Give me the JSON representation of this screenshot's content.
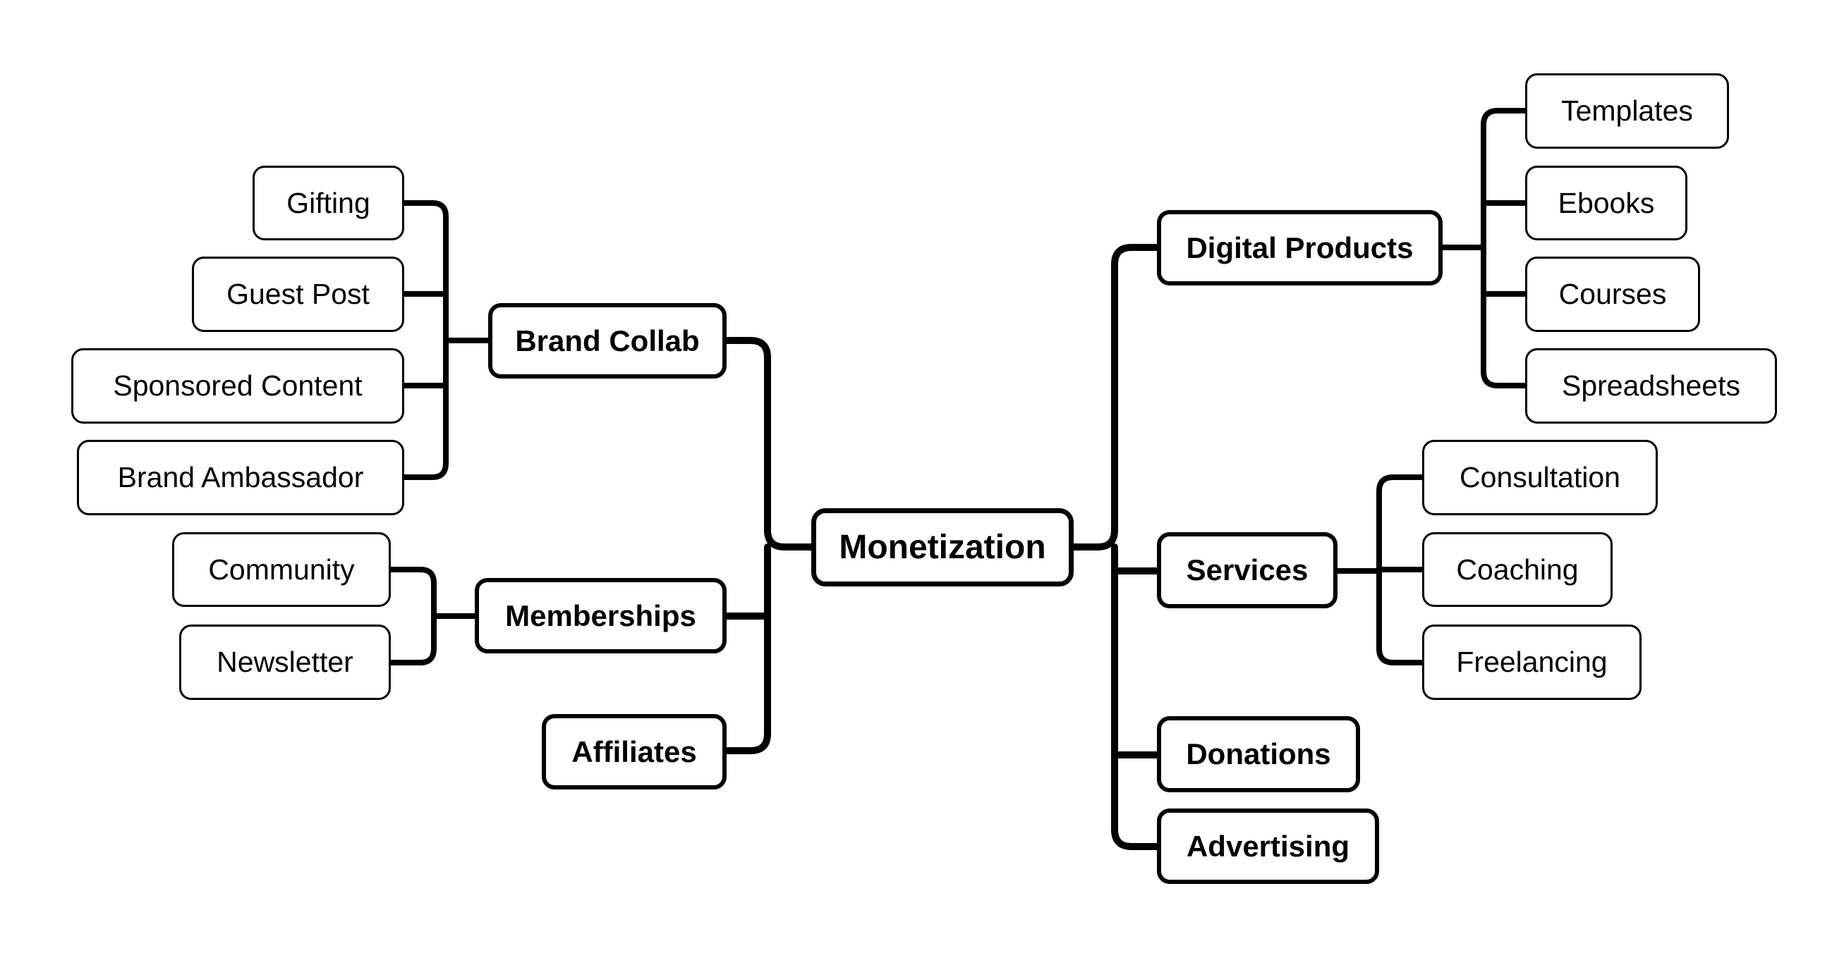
{
  "root": {
    "label": "Monetization"
  },
  "left": {
    "brand_collab": {
      "label": "Brand Collab",
      "children": [
        "Gifting",
        "Guest Post",
        "Sponsored Content",
        "Brand Ambassador"
      ]
    },
    "memberships": {
      "label": "Memberships",
      "children": [
        "Community",
        "Newsletter"
      ]
    },
    "affiliates": {
      "label": "Affiliates"
    }
  },
  "right": {
    "digital_products": {
      "label": "Digital Products",
      "children": [
        "Templates",
        "Ebooks",
        "Courses",
        "Spreadsheets"
      ]
    },
    "services": {
      "label": "Services",
      "children": [
        "Consultation",
        "Coaching",
        "Freelancing"
      ]
    },
    "donations": {
      "label": "Donations"
    },
    "advertising": {
      "label": "Advertising"
    }
  }
}
